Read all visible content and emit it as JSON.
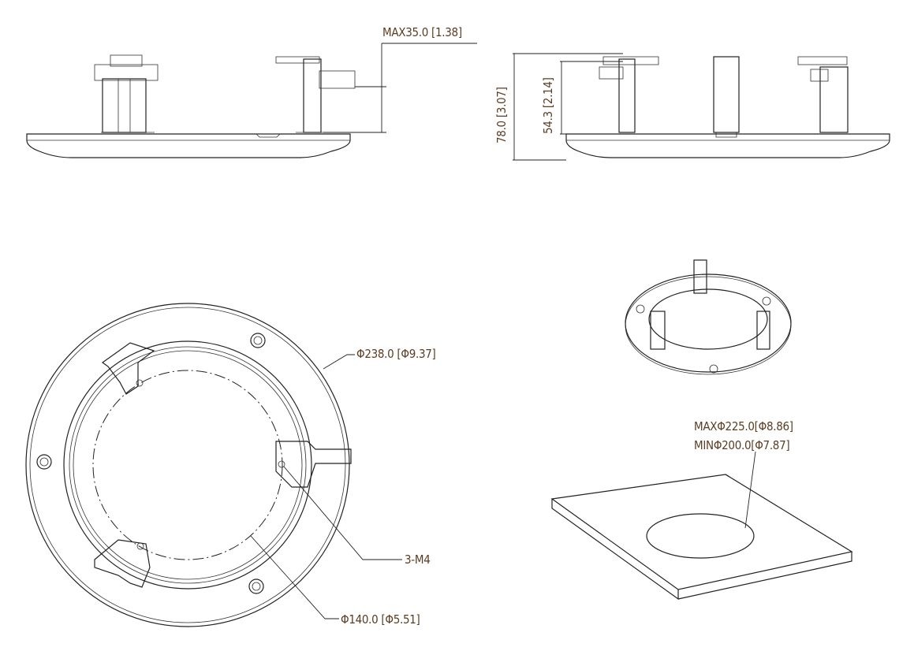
{
  "labels": {
    "max_height": "MAX35.0 [1.38]",
    "total_height": "78.0 [3.07]",
    "inner_height": "54.3 [2.14]",
    "outer_diameter": "Φ238.0 [Φ9.37]",
    "cutout_max": "MAXΦ225.0[Φ8.86]",
    "cutout_min": "MINΦ200.0[Φ7.87]",
    "screw": "3-M4",
    "inner_diameter": "Φ140.0 [Φ5.51]"
  },
  "colors": {
    "line": "#222222",
    "dimension_text": "#5a3d22"
  }
}
